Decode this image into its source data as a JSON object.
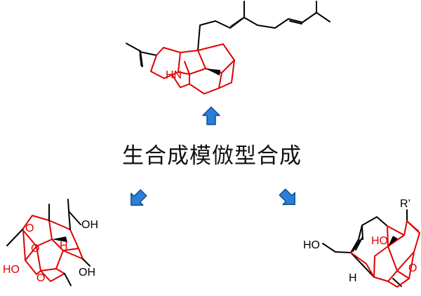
{
  "title": "生合成模倣型合成",
  "colors": {
    "bond": "#000000",
    "bond_highlight": "#e00000",
    "arrow_fill": "#2a7fd6",
    "arrow_stroke": "#0f4f99"
  },
  "icons": [
    "arrow-up-icon",
    "arrow-down-left-icon",
    "arrow-down-right-icon"
  ],
  "molecules": {
    "top": {
      "labels": {
        "nh": "HN"
      }
    },
    "left": {
      "labels": {
        "oh_upper": "OH",
        "oh_lower": "OH",
        "ho": "HO",
        "h": "H",
        "o1": "O",
        "o2": "O",
        "o3": "O"
      }
    },
    "right": {
      "labels": {
        "r_group": "R’",
        "ho_alcohol": "HO",
        "ho_ring": "HO",
        "o_ring": "O",
        "h": "H"
      }
    }
  }
}
